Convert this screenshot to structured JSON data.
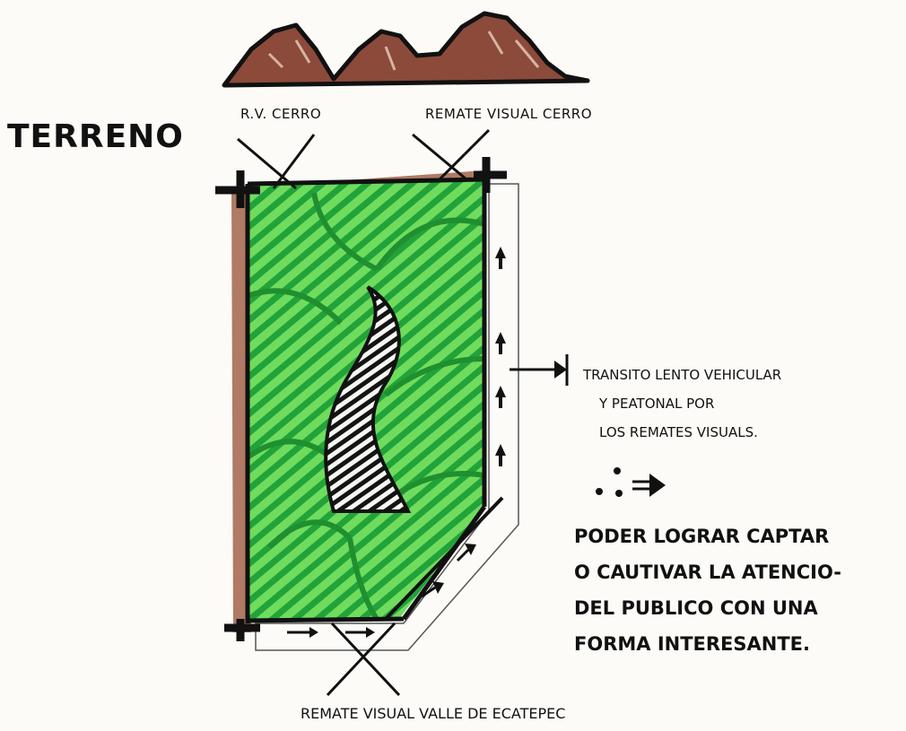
{
  "title": "TERRENO",
  "labels": {
    "rv_cerro": "R.V. CERRO",
    "remate_cerro": "REMATE VISUAL CERRO",
    "remate_valle": "REMATE VISUAL VALLE DE ECATEPEC"
  },
  "transit_note": {
    "line1": "TRANSITO LENTO VEHICULAR",
    "line2": "Y PEATONAL POR",
    "line3": "LOS REMATES VISUALS."
  },
  "goal_note": {
    "line1": "PODER LOGRAR CAPTAR",
    "line2": "O CAUTIVAR LA ATENCIO-",
    "line3": "DEL PUBLICO CON UNA",
    "line4": "FORMA INTERESANTE."
  },
  "colors": {
    "mountain": "#8b4a3a",
    "site_border": "#b07a64",
    "grass_light": "#4fcf4a",
    "grass_dark": "#1f8f2f",
    "ink": "#111111"
  }
}
